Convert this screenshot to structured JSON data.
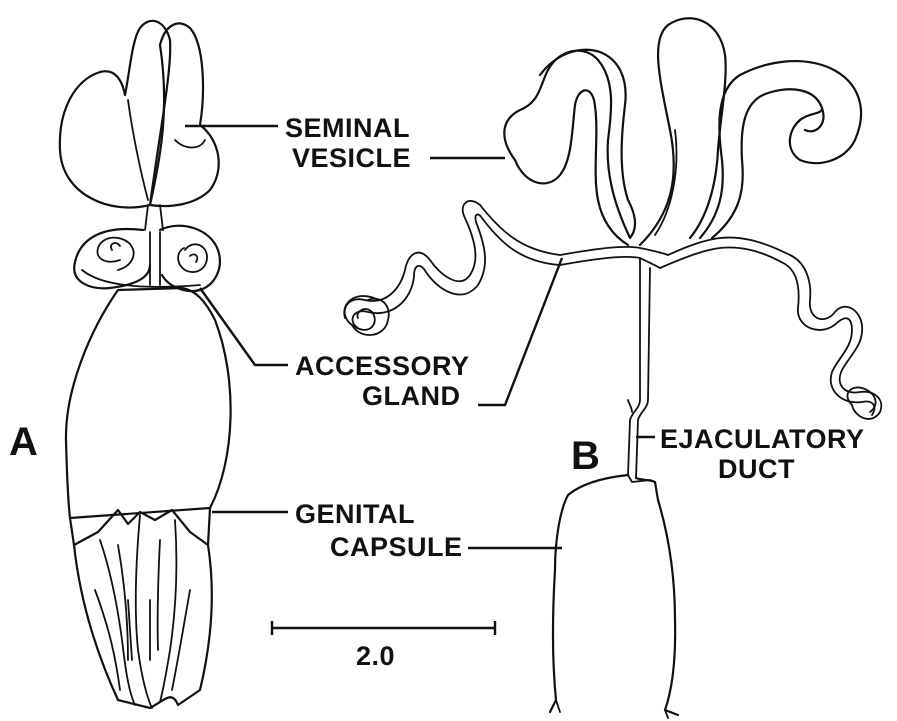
{
  "panels": {
    "a": "A",
    "b": "B"
  },
  "labels": {
    "seminal_vesicle": [
      "SEMINAL",
      "VESICLE"
    ],
    "accessory_gland": [
      "ACCESSORY",
      "GLAND"
    ],
    "ejaculatory_duct": [
      "EJACULATORY",
      "DUCT"
    ],
    "genital_capsule": [
      "GENITAL",
      "CAPSULE"
    ]
  },
  "scale_bar": {
    "value": "2.0"
  }
}
